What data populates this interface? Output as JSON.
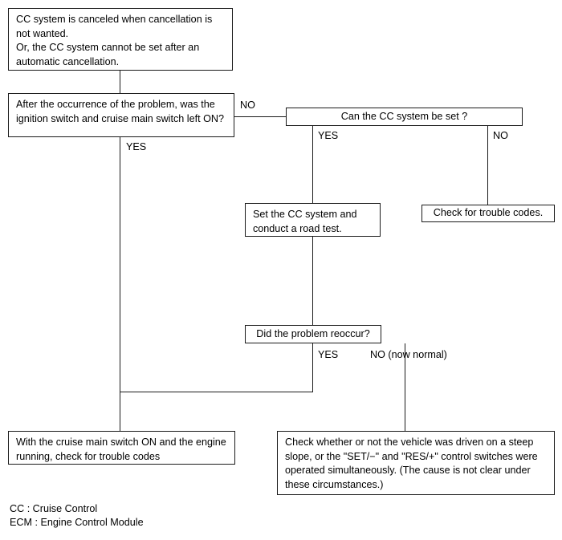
{
  "diagram": {
    "title": "CC System Troubleshooting Flowchart",
    "line_color": "#1a1a1a",
    "background_color": "#ffffff",
    "text_color": "#000000"
  },
  "nodes": {
    "symptom": {
      "text": "CC system is canceled when cancellation is not wanted.\nOr, the CC system cannot be set after an automatic cancellation."
    },
    "question_ignition": {
      "text": "After the occurrence of the problem, was the ignition switch and cruise main switch left ON?"
    },
    "question_can_set": {
      "text": "Can the CC system be set ?"
    },
    "action_set_and_road_test": {
      "text": "Set the CC system and conduct a road test."
    },
    "action_check_codes": {
      "text": "Check for trouble codes."
    },
    "question_reoccur": {
      "text": "Did the problem reoccur?"
    },
    "result_cruise_switch_on": {
      "text": "With the cruise main switch ON and the engine running, check for trouble codes"
    },
    "result_check_steep_slope": {
      "text": "Check whether or not the vehicle was driven on a steep slope, or the \"SET/−\" and \"RES/+\" control switches were operated simultaneously. (The cause is not clear under these circumstances.)"
    }
  },
  "edge_labels": {
    "ignition_no": "NO",
    "ignition_yes": "YES",
    "can_set_yes": "YES",
    "can_set_no": "NO",
    "reoccur_yes": "YES",
    "reoccur_no": "NO (now normal)"
  },
  "legend": {
    "lines": "CC : Cruise Control\nECM : Engine Control Module"
  }
}
